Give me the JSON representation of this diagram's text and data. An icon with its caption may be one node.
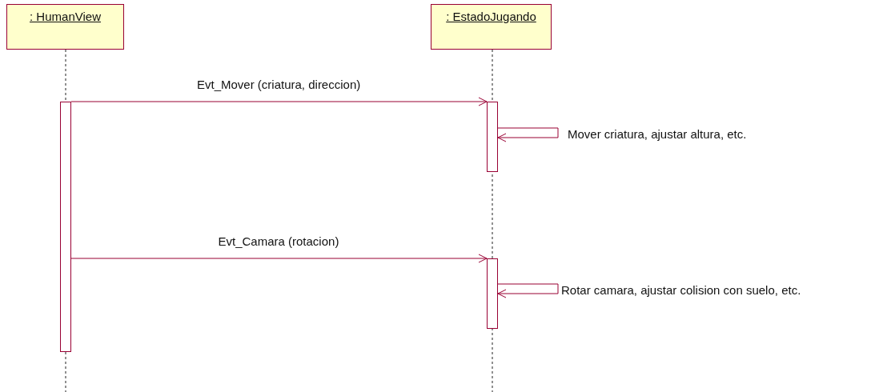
{
  "diagram": {
    "nodes": [
      {
        "text": [
          ": HumanView"
        ]
      },
      {
        "text": [
          ": EstadoJugando"
        ]
      },
      {
        "text": [],
        "shape": "bar"
      },
      {
        "text": [],
        "shape": "bar"
      },
      {
        "text": [],
        "shape": "bar"
      }
    ],
    "edges": [
      {
        "from": 2,
        "to": 3,
        "arrow": "to",
        "label": "Evt_Mover (criatura, direccion)"
      },
      {
        "from": 3,
        "to": 3,
        "arrow": "to",
        "label": "Mover criatura, ajustar altura, etc."
      },
      {
        "from": 2,
        "to": 4,
        "arrow": "to",
        "label": "Evt_Camara (rotacion)"
      },
      {
        "from": 4,
        "to": 4,
        "arrow": "to",
        "label": "Rotar camara, ajustar colision con suelo, etc."
      }
    ]
  }
}
